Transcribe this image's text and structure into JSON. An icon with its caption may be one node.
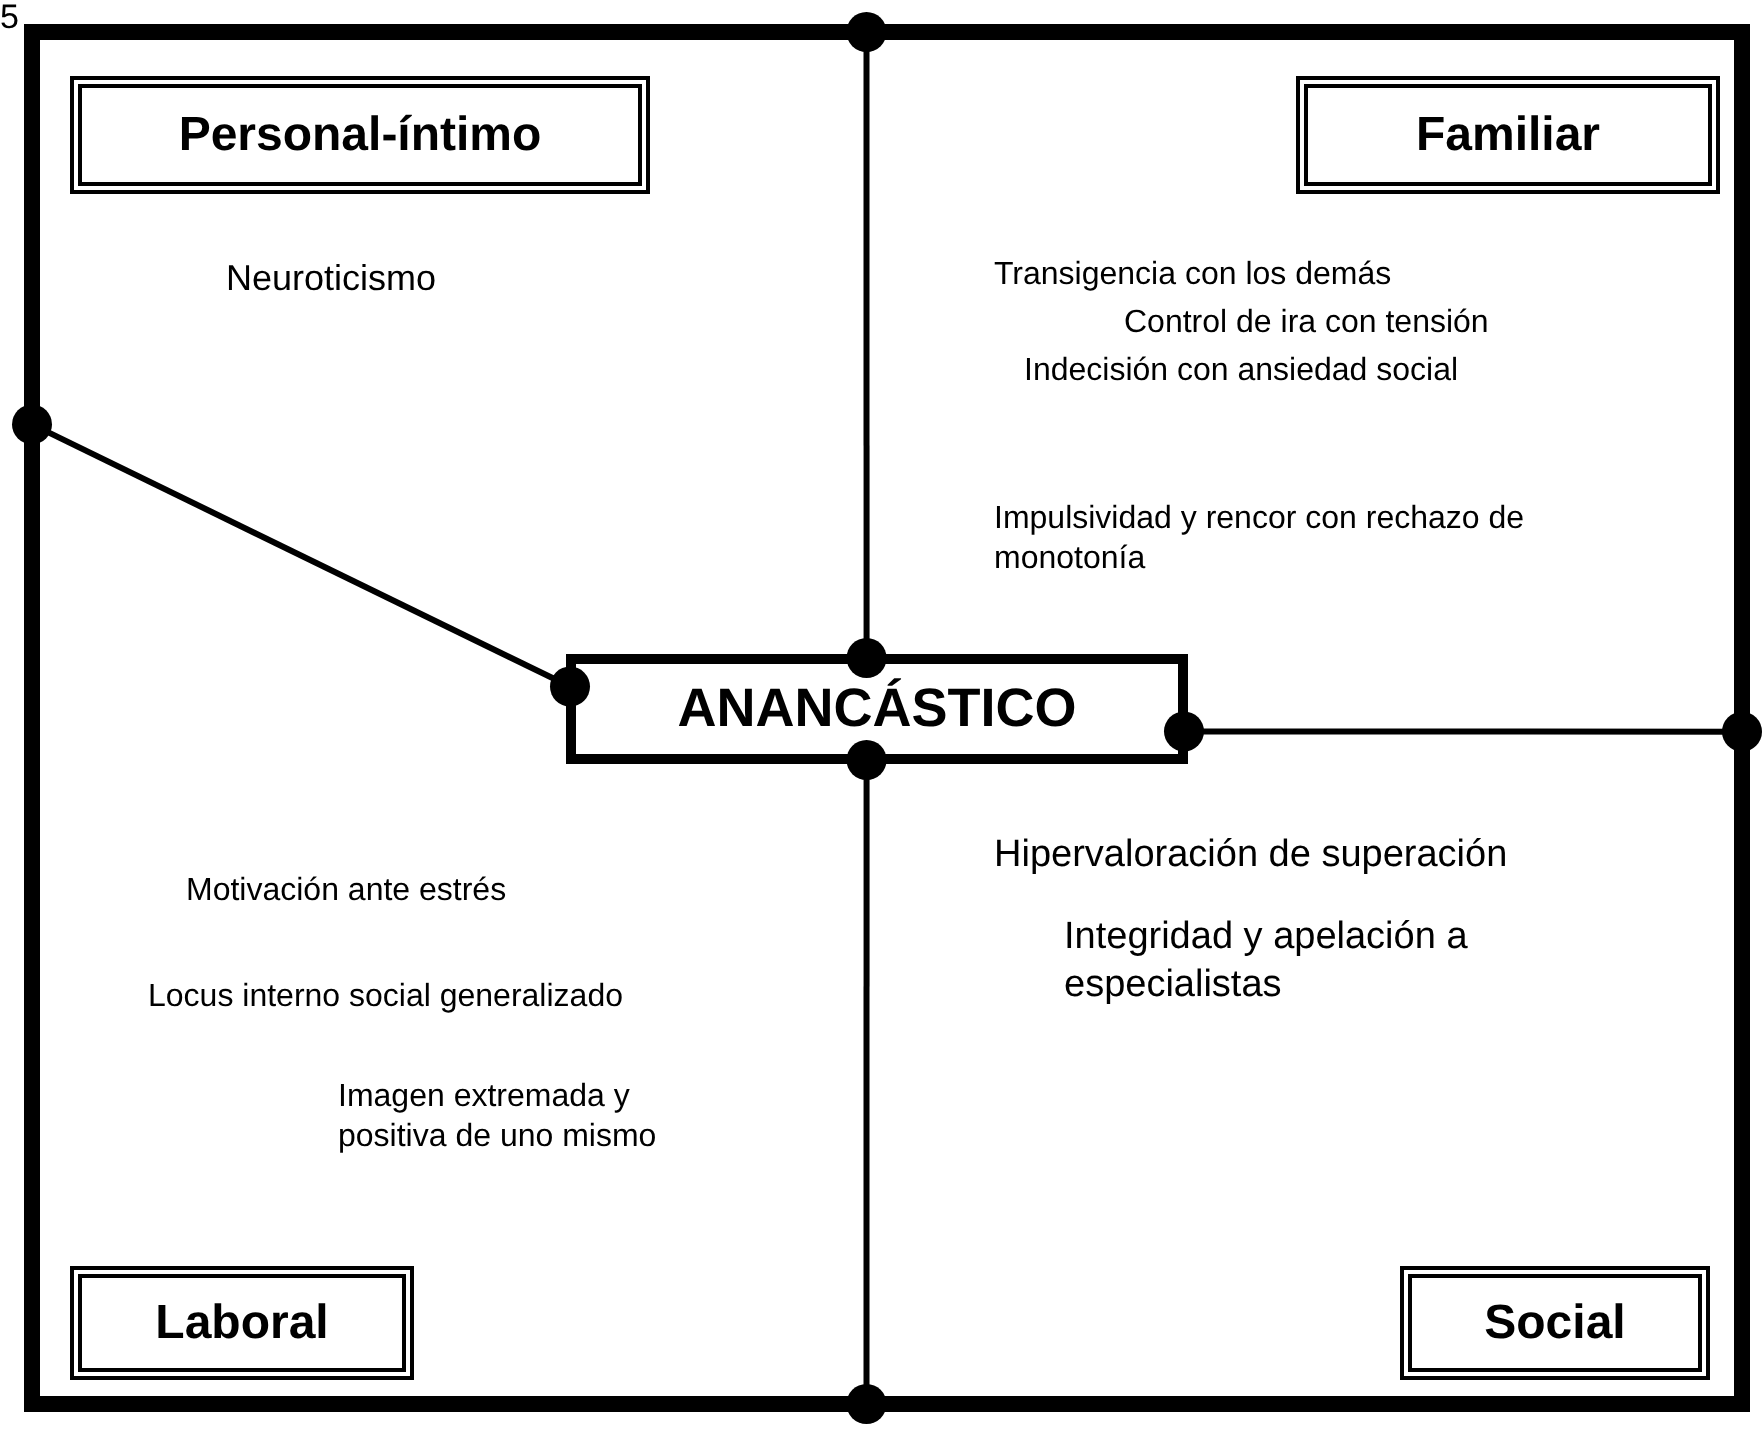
{
  "diagram": {
    "nodes": [
      {
        "text": [],
        "shape": "box"
      },
      {
        "text": [
          "ANANCÁSTICO"
        ],
        "in": 0
      },
      {
        "text": [
          "Personal-íntimo"
        ],
        "in": 0
      },
      {
        "text": [
          "Familiar"
        ],
        "in": 0
      },
      {
        "text": [
          "Laboral"
        ],
        "in": 0
      },
      {
        "text": [
          "Social"
        ],
        "in": 0
      }
    ],
    "edges": [
      {
        "from": 1,
        "to": 0,
        "arrow": "other"
      },
      {
        "from": 1,
        "to": 0,
        "arrow": "other"
      },
      {
        "from": 1,
        "to": 0,
        "arrow": "other"
      },
      {
        "from": 1,
        "to": 0,
        "arrow": "other"
      }
    ],
    "labels": [
      "5",
      "Neuroticismo",
      "Transigencia con los demás",
      "Control de ira con tensión",
      "Indecisión con ansiedad social",
      "Impulsividad y rencor con rechazo de monotonía",
      "Hipervaloración de superación",
      "Integridad y apelación a especialistas",
      "Motivación ante estrés",
      "Locus interno social generalizado",
      "Imagen extremada y positiva de uno mismo"
    ]
  }
}
